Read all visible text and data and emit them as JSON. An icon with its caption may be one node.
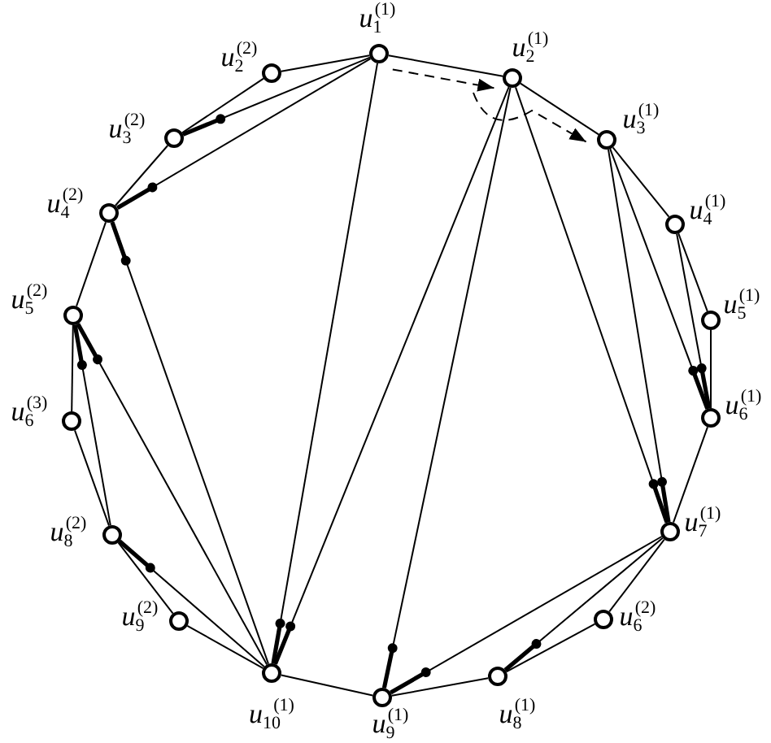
{
  "diagram": {
    "nodes": [
      {
        "text": [
          "*u*$_{1}$$^{(1)}$"
        ]
      },
      {
        "text": [
          "*u*$_{2}$$^{(1)}$"
        ]
      },
      {
        "text": [
          "*u*$_{3}$$^{(1)}$"
        ]
      },
      {
        "text": [
          "*u*$_{4}$$^{(1)}$"
        ]
      },
      {
        "text": [
          "*u*$_{5}$$^{(1)}$"
        ]
      },
      {
        "text": [
          "*u*$_{6}$$^{(1)}$"
        ]
      },
      {
        "text": [
          "*u*$_{7}$$^{(1)}$"
        ]
      },
      {
        "text": [
          "*u*$_{8}$$^{(1)}$"
        ]
      },
      {
        "text": [
          "*u*$_{9}$$^{(1)}$"
        ]
      },
      {
        "text": [
          "*u*$_{10}$$^{(1)}$"
        ]
      },
      {
        "text": [
          "*u*$_{2}$$^{(2)}$"
        ]
      },
      {
        "text": [
          "*u*$_{3}$$^{(2)}$"
        ]
      },
      {
        "text": [
          "*u*$_{4}$$^{(2)}$"
        ]
      },
      {
        "text": [
          "*u*$_{5}$$^{(2)}$"
        ]
      },
      {
        "text": [
          "*u*$_{6}$$^{(3)}$"
        ]
      },
      {
        "text": [
          "*u*$_{8}$$^{(2)}$"
        ]
      },
      {
        "text": [
          "*u*$_{9}$$^{(2)}$"
        ]
      },
      {
        "text": [
          "*u*$_{6}$$^{(2)}$"
        ]
      }
    ],
    "edges": [
      {
        "from": 0,
        "to": 1,
        "arrow": "none"
      },
      {
        "from": 1,
        "to": 2,
        "arrow": "none"
      },
      {
        "from": 2,
        "to": 3,
        "arrow": "none"
      },
      {
        "from": 3,
        "to": 4,
        "arrow": "none"
      },
      {
        "from": 4,
        "to": 5,
        "arrow": "none"
      },
      {
        "from": 5,
        "to": 6,
        "arrow": "none"
      },
      {
        "from": 6,
        "to": 17,
        "arrow": "none"
      },
      {
        "from": 17,
        "to": 7,
        "arrow": "none"
      },
      {
        "from": 7,
        "to": 8,
        "arrow": "none"
      },
      {
        "from": 8,
        "to": 9,
        "arrow": "none"
      },
      {
        "from": 9,
        "to": 16,
        "arrow": "none"
      },
      {
        "from": 16,
        "to": 15,
        "arrow": "none"
      },
      {
        "from": 15,
        "to": 14,
        "arrow": "none"
      },
      {
        "from": 14,
        "to": 13,
        "arrow": "none"
      },
      {
        "from": 13,
        "to": 12,
        "arrow": "none"
      },
      {
        "from": 12,
        "to": 11,
        "arrow": "none"
      },
      {
        "from": 11,
        "to": 10,
        "arrow": "none"
      },
      {
        "from": 10,
        "to": 0,
        "arrow": "none"
      },
      {
        "from": 11,
        "to": 0,
        "arrow": "other"
      },
      {
        "from": 12,
        "to": 0,
        "arrow": "other"
      },
      {
        "from": 12,
        "to": 9,
        "arrow": "other"
      },
      {
        "from": 13,
        "to": 15,
        "arrow": "other"
      },
      {
        "from": 13,
        "to": 9,
        "arrow": "other"
      },
      {
        "from": 15,
        "to": 9,
        "arrow": "other"
      },
      {
        "from": 9,
        "to": 0,
        "arrow": "other"
      },
      {
        "from": 9,
        "to": 1,
        "arrow": "other"
      },
      {
        "from": 8,
        "to": 1,
        "arrow": "other"
      },
      {
        "from": 6,
        "to": 1,
        "arrow": "other"
      },
      {
        "from": 6,
        "to": 2,
        "arrow": "other"
      },
      {
        "from": 5,
        "to": 2,
        "arrow": "other"
      },
      {
        "from": 5,
        "to": 3,
        "arrow": "other"
      },
      {
        "from": 8,
        "to": 6,
        "arrow": "other"
      },
      {
        "from": 7,
        "to": 6,
        "arrow": "other"
      },
      {
        "from": 0,
        "to": 1,
        "arrow": "to",
        "style": "dashed"
      },
      {
        "from": 1,
        "to": 2,
        "arrow": "to",
        "style": "dashed"
      }
    ]
  }
}
